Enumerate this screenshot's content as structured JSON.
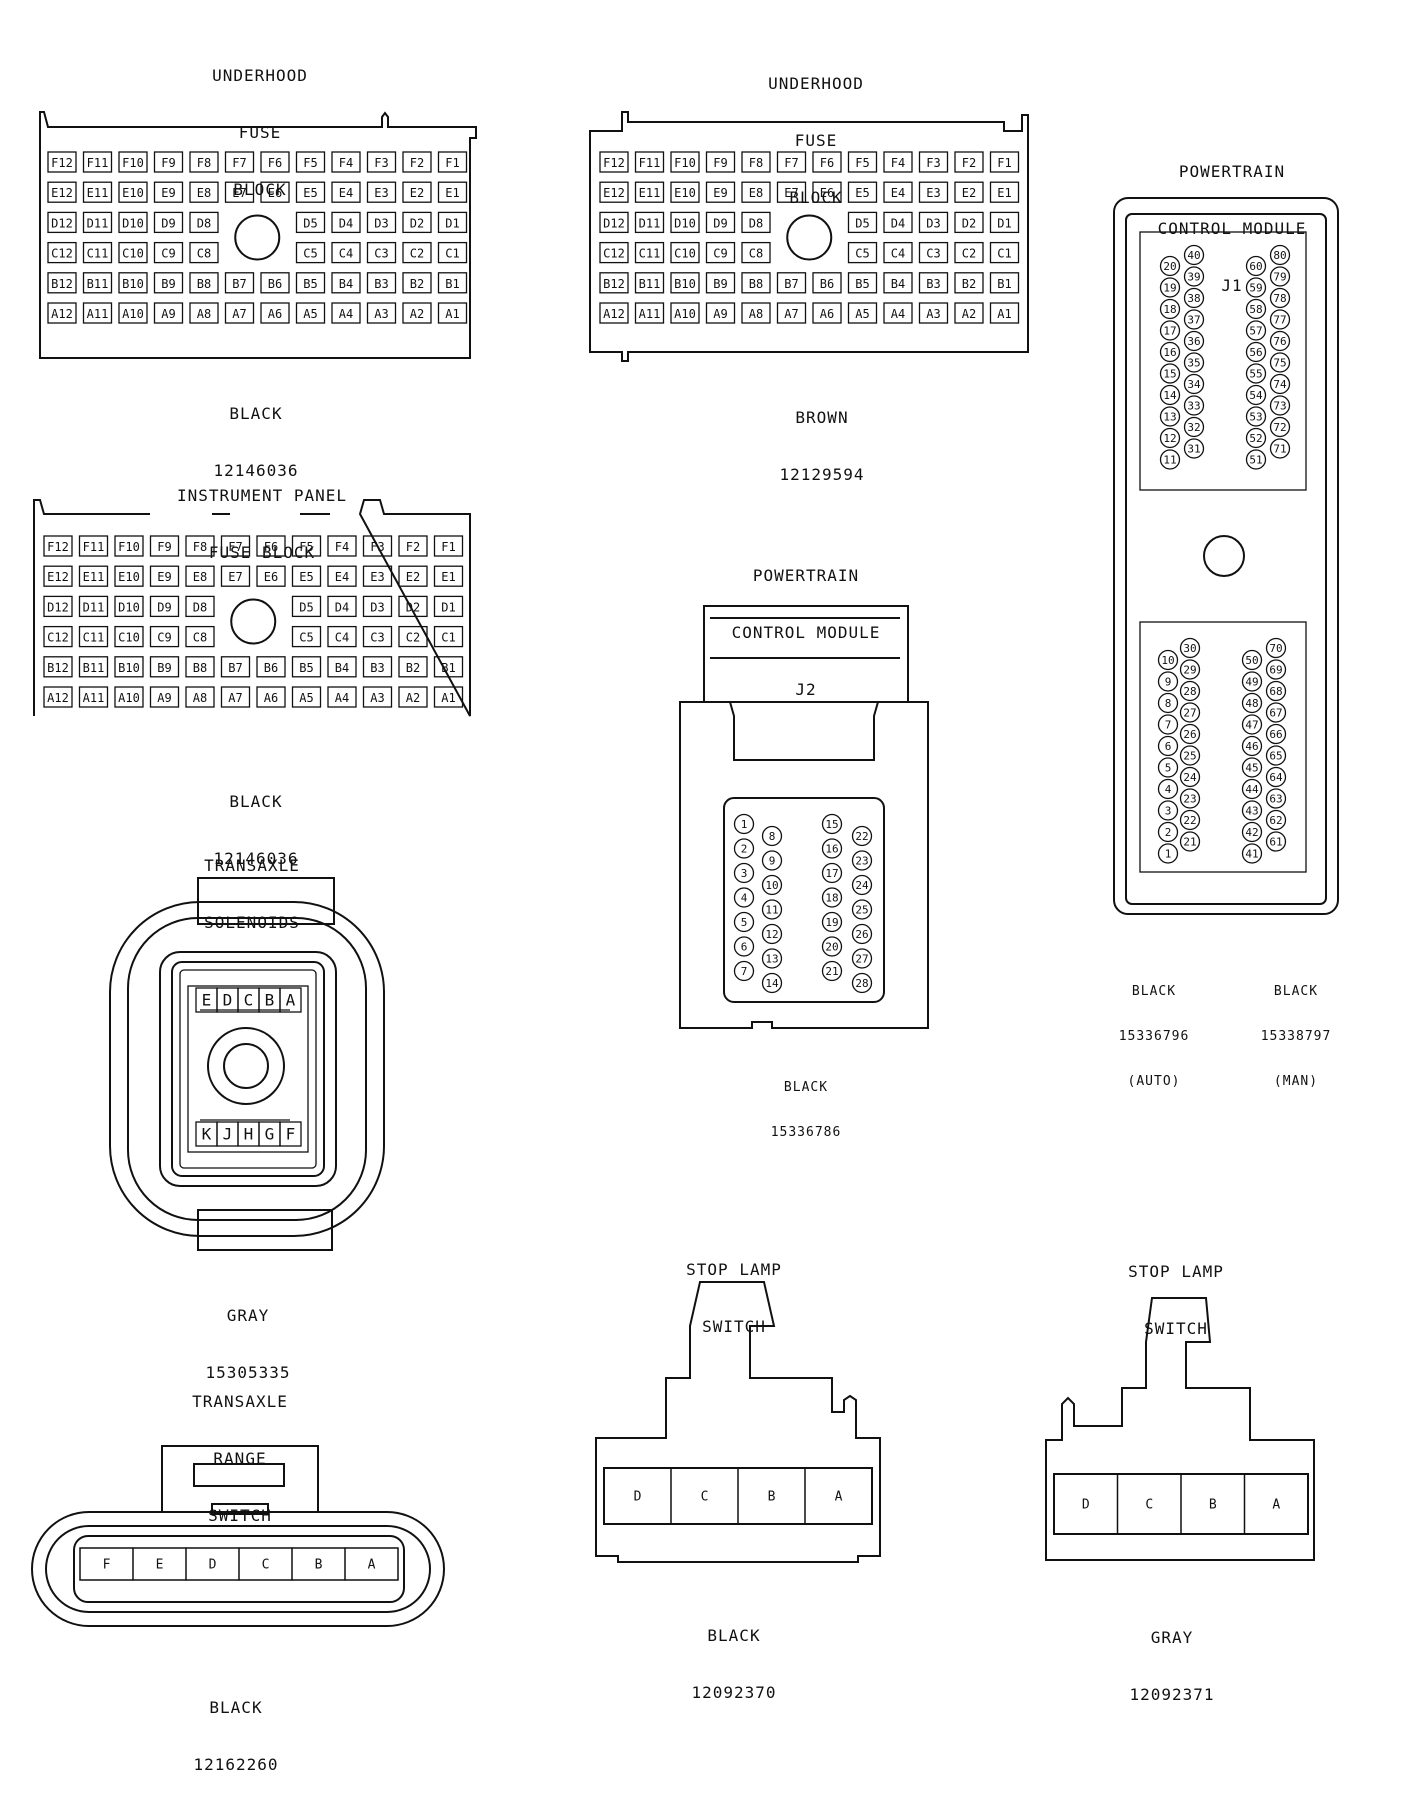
{
  "fuse_blocks": [
    {
      "title": [
        "UNDERHOOD",
        "FUSE",
        "BLOCK"
      ],
      "color": "BLACK",
      "part": "12146036"
    },
    {
      "title": [
        "UNDERHOOD",
        "FUSE",
        "BLOCK"
      ],
      "color": "BROWN",
      "part": "12129594"
    },
    {
      "title": [
        "INSTRUMENT PANEL",
        "FUSE BLOCK"
      ],
      "color": "BLACK",
      "part": "12146036"
    }
  ],
  "fuse_rows": [
    [
      "F12",
      "F11",
      "F10",
      "F9",
      "F8",
      "F7",
      "F6",
      "F5",
      "F4",
      "F3",
      "F2",
      "F1"
    ],
    [
      "E12",
      "E11",
      "E10",
      "E9",
      "E8",
      "E7",
      "E6",
      "E5",
      "E4",
      "E3",
      "E2",
      "E1"
    ],
    [
      "D12",
      "D11",
      "D10",
      "D9",
      "D8",
      "",
      "",
      "D5",
      "D4",
      "D3",
      "D2",
      "D1"
    ],
    [
      "C12",
      "C11",
      "C10",
      "C9",
      "C8",
      "",
      "",
      "C5",
      "C4",
      "C3",
      "C2",
      "C1"
    ],
    [
      "B12",
      "B11",
      "B10",
      "B9",
      "B8",
      "B7",
      "B6",
      "B5",
      "B4",
      "B3",
      "B2",
      "B1"
    ],
    [
      "A12",
      "A11",
      "A10",
      "A9",
      "A8",
      "A7",
      "A6",
      "A5",
      "A4",
      "A3",
      "A2",
      "A1"
    ]
  ],
  "pcm_j1": {
    "title": [
      "POWERTRAIN",
      "CONTROL MODULE",
      "J1"
    ],
    "variants": [
      {
        "color": "BLACK",
        "part": "15336796",
        "note": "(AUTO)"
      },
      {
        "color": "BLACK",
        "part": "15338797",
        "note": "(MAN)"
      }
    ]
  },
  "pcm_j2": {
    "title": [
      "POWERTRAIN",
      "CONTROL MODULE",
      "J2"
    ],
    "color": "BLACK",
    "part": "15336786"
  },
  "transaxle_solenoids": {
    "title": [
      "TRANSAXLE",
      "SOLENOIDS"
    ],
    "color": "GRAY",
    "part": "15305335",
    "top_pins": [
      "E",
      "D",
      "C",
      "B",
      "A"
    ],
    "bottom_pins": [
      "K",
      "J",
      "H",
      "G",
      "F"
    ]
  },
  "transaxle_range_switch": {
    "title": [
      "TRANSAXLE",
      "RANGE",
      "SWITCH"
    ],
    "color": "BLACK",
    "part": "12162260",
    "pins": [
      "F",
      "E",
      "D",
      "C",
      "B",
      "A"
    ]
  },
  "stop_lamp_switches": [
    {
      "title": [
        "STOP LAMP",
        "SWITCH"
      ],
      "color": "BLACK",
      "part": "12092370",
      "pins": [
        "D",
        "C",
        "B",
        "A"
      ]
    },
    {
      "title": [
        "STOP LAMP",
        "SWITCH"
      ],
      "color": "GRAY",
      "part": "12092371",
      "pins": [
        "D",
        "C",
        "B",
        "A"
      ]
    }
  ]
}
